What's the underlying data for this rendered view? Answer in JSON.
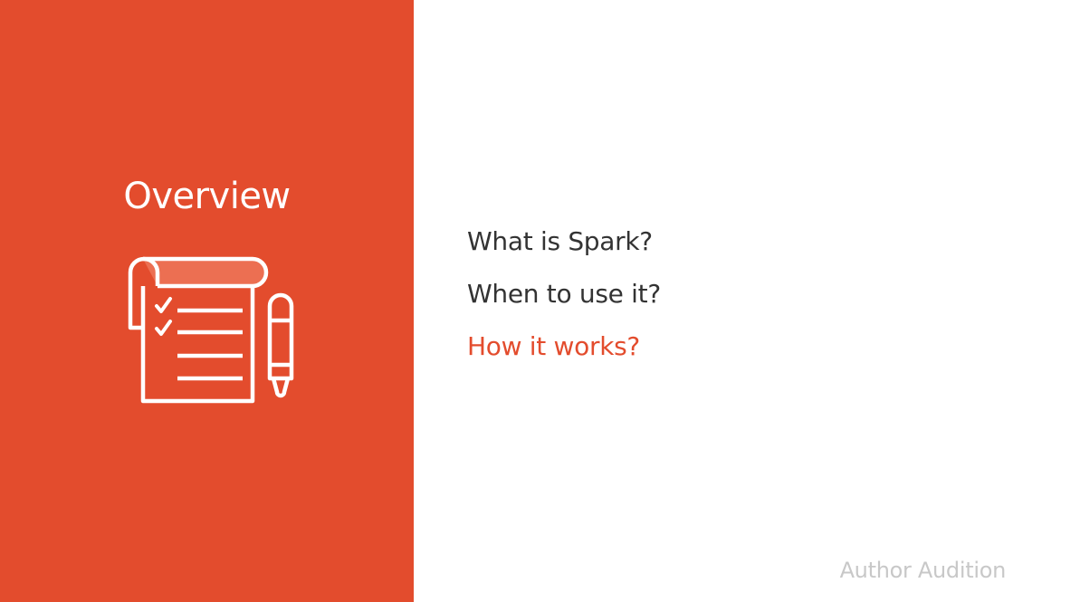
{
  "colors": {
    "accent": "#E34C2D",
    "text_primary": "#333333",
    "text_highlight": "#E34C2D",
    "footer_text": "#C8C8C8",
    "icon_stroke": "#FFFFFF",
    "icon_fill_light": "#EC6F52"
  },
  "left_panel": {
    "title": "Overview",
    "icon": "checklist-with-pen-icon"
  },
  "agenda": {
    "items": [
      {
        "label": "What is Spark?",
        "state": "normal"
      },
      {
        "label": "When to use it?",
        "state": "normal"
      },
      {
        "label": "How it works?",
        "state": "current"
      }
    ]
  },
  "footer": {
    "label": "Author Audition"
  }
}
